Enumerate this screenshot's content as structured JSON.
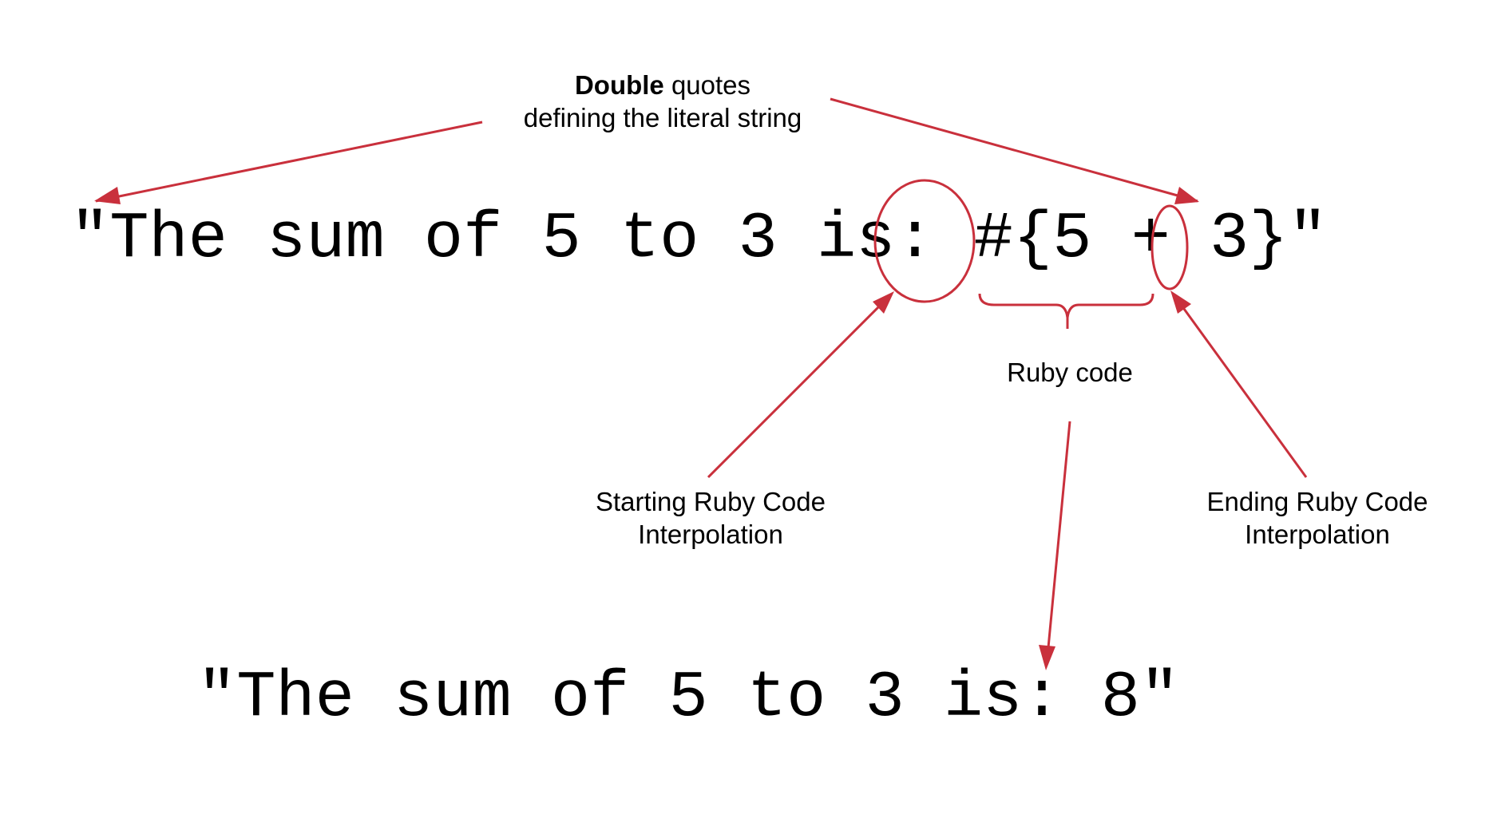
{
  "colors": {
    "annotation": "#c9303c",
    "text": "#000000",
    "background": "#ffffff"
  },
  "code_top": {
    "open_quote": "\"",
    "prefix": "The sum of 5 to 3 is: ",
    "interp_open": "#{",
    "expression": "5 + 3",
    "interp_close": "}",
    "close_quote": "\""
  },
  "code_result": "\"The sum of 5 to 3 is: 8\"",
  "labels": {
    "double_quotes": {
      "bold": "Double",
      "rest": " quotes",
      "line2": "defining the literal string"
    },
    "ruby_code": "Ruby code",
    "starting": {
      "line1": "Starting Ruby Code",
      "line2": "Interpolation"
    },
    "ending": {
      "line1": "Ending Ruby Code",
      "line2": "Interpolation"
    }
  }
}
